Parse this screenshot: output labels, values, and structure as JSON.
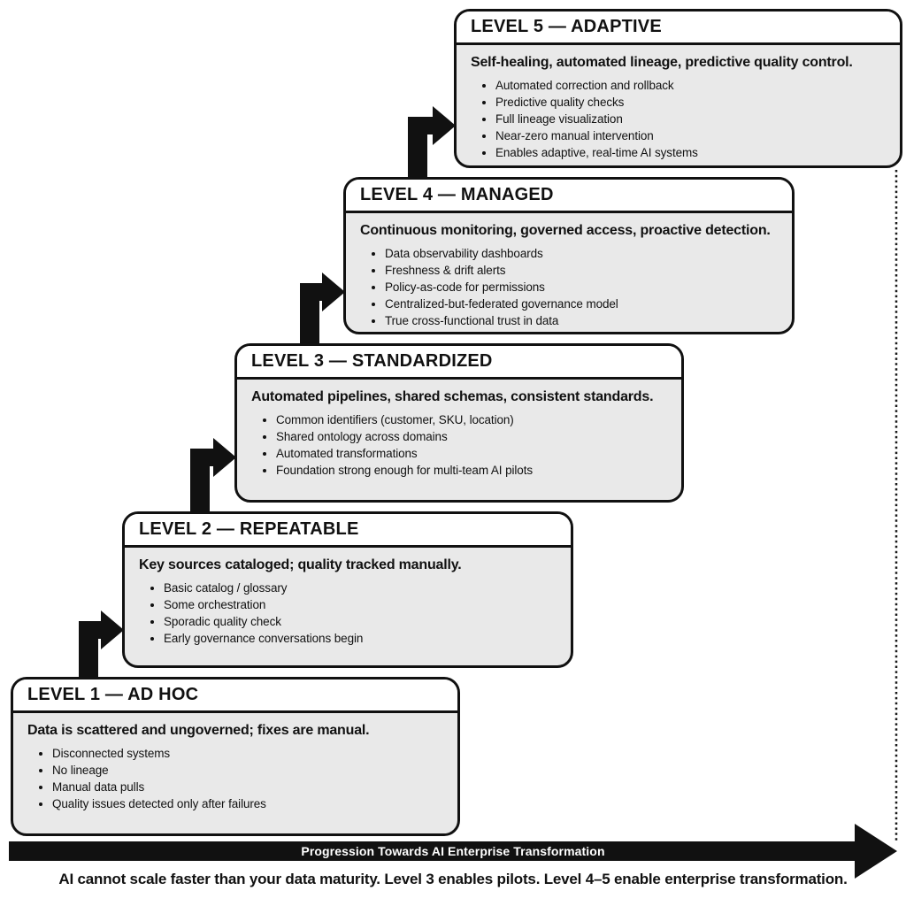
{
  "diagram": {
    "title_semantic": "Data maturity staircase, Level 1 to Level 5",
    "levels": [
      {
        "title": "LEVEL 1 — AD HOC",
        "headline": "Data is scattered and ungoverned; fixes are manual.",
        "bullets": [
          "Disconnected systems",
          "No lineage",
          "Manual data pulls",
          "Quality issues detected only after failures"
        ]
      },
      {
        "title": "LEVEL 2 — REPEATABLE",
        "headline": "Key sources cataloged; quality tracked manually.",
        "bullets": [
          "Basic catalog / glossary",
          "Some orchestration",
          "Sporadic quality check",
          "Early governance conversations begin"
        ]
      },
      {
        "title": "LEVEL 3 — STANDARDIZED",
        "headline": "Automated pipelines, shared schemas, consistent standards.",
        "bullets": [
          "Common identifiers (customer, SKU, location)",
          "Shared ontology across domains",
          "Automated transformations",
          "Foundation strong enough for multi-team AI pilots"
        ]
      },
      {
        "title": "LEVEL 4 — MANAGED",
        "headline": "Continuous monitoring, governed access, proactive detection.",
        "bullets": [
          "Data observability dashboards",
          "Freshness & drift alerts",
          "Policy-as-code for permissions",
          "Centralized-but-federated governance model",
          "True cross-functional trust in data"
        ]
      },
      {
        "title": "LEVEL 5 — ADAPTIVE",
        "headline": "Self-healing, automated lineage, predictive quality control.",
        "bullets": [
          "Automated correction and rollback",
          "Predictive quality checks",
          "Full lineage visualization",
          "Near-zero manual intervention",
          "Enables adaptive, real-time AI systems"
        ]
      }
    ],
    "progress_arrow_label": "Progression Towards AI Enterprise Transformation",
    "footer": "AI cannot scale faster than your data maturity. Level 3 enables pilots. Level 4–5 enable enterprise transformation.",
    "colors": {
      "box_body": "#e9e9e9",
      "box_header": "#ffffff",
      "border": "#111111",
      "arrow": "#111111"
    }
  }
}
